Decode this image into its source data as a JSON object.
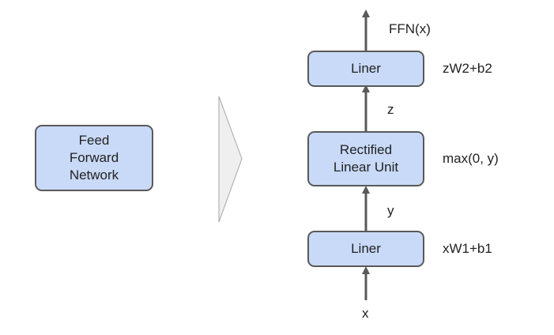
{
  "colors": {
    "node_fill": "#c9daf8",
    "node_border": "#595959",
    "arrow": "#595959",
    "transform_fill": "#efefef",
    "transform_stroke": "#a6a6a6"
  },
  "left_block": {
    "lines": [
      "Feed",
      "Forward",
      "Network"
    ]
  },
  "transform_icon": "triangle-arrow-icon",
  "stack": {
    "input_label": "x",
    "layers": [
      {
        "lines": [
          "Liner"
        ],
        "formula": "xW1+b1"
      },
      {
        "lines": [
          "Rectified",
          "Linear Unit"
        ],
        "formula": "max(0, y)"
      },
      {
        "lines": [
          "Liner"
        ],
        "formula": "zW2+b2"
      }
    ],
    "between_labels": [
      "y",
      "z"
    ],
    "output_label": "FFN(x)"
  }
}
